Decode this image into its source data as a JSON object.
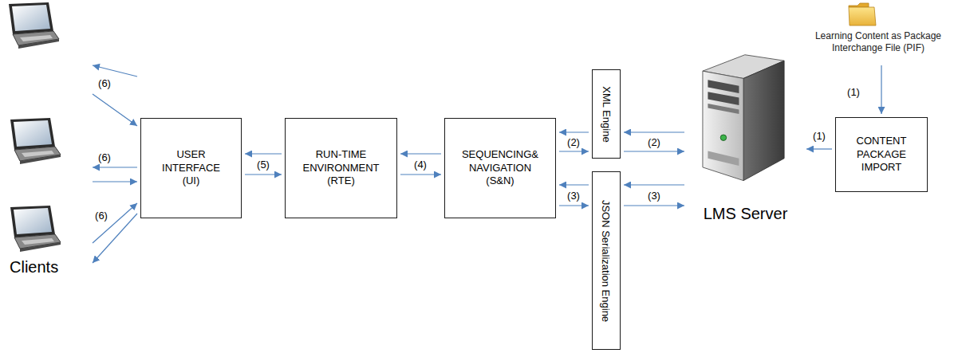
{
  "diagram": {
    "nodes": [
      {
        "text": [
          "Clients"
        ]
      },
      {
        "text": [
          "USER INTERFACE (UI)"
        ]
      },
      {
        "text": [
          "RUN-TIME ENVIRONMENT (RTE)"
        ]
      },
      {
        "text": [
          "SEQUENCING& NAVIGATION (S&N)"
        ]
      },
      {
        "text": [
          "XML Engine"
        ]
      },
      {
        "text": [
          "JSON Serialization Engine"
        ]
      },
      {
        "text": [
          "LMS Server"
        ]
      },
      {
        "text": [
          "CONTENT PACKAGE IMPORT"
        ]
      },
      {
        "text": [
          "Learning Content as Package Interchange File (PIF)"
        ]
      }
    ],
    "edges": [
      {
        "from": 8,
        "to": 7,
        "label": "(1)",
        "arrow": "to"
      },
      {
        "from": 7,
        "to": 6,
        "label": "(1)",
        "arrow": "to"
      },
      {
        "from": 3,
        "to": 4,
        "label": "(2)",
        "arrow": "both"
      },
      {
        "from": 4,
        "to": 6,
        "label": "(2)",
        "arrow": "both"
      },
      {
        "from": 3,
        "to": 5,
        "label": "(3)",
        "arrow": "both"
      },
      {
        "from": 5,
        "to": 6,
        "label": "(3)",
        "arrow": "both"
      },
      {
        "from": 2,
        "to": 3,
        "label": "(4)",
        "arrow": "both"
      },
      {
        "from": 1,
        "to": 2,
        "label": "(5)",
        "arrow": "both"
      },
      {
        "from": 0,
        "to": 1,
        "label": "(6)",
        "arrow": "both"
      },
      {
        "from": 0,
        "to": 1,
        "label": "(6)",
        "arrow": "both"
      },
      {
        "from": 0,
        "to": 1,
        "label": "(6)",
        "arrow": "both"
      }
    ]
  }
}
